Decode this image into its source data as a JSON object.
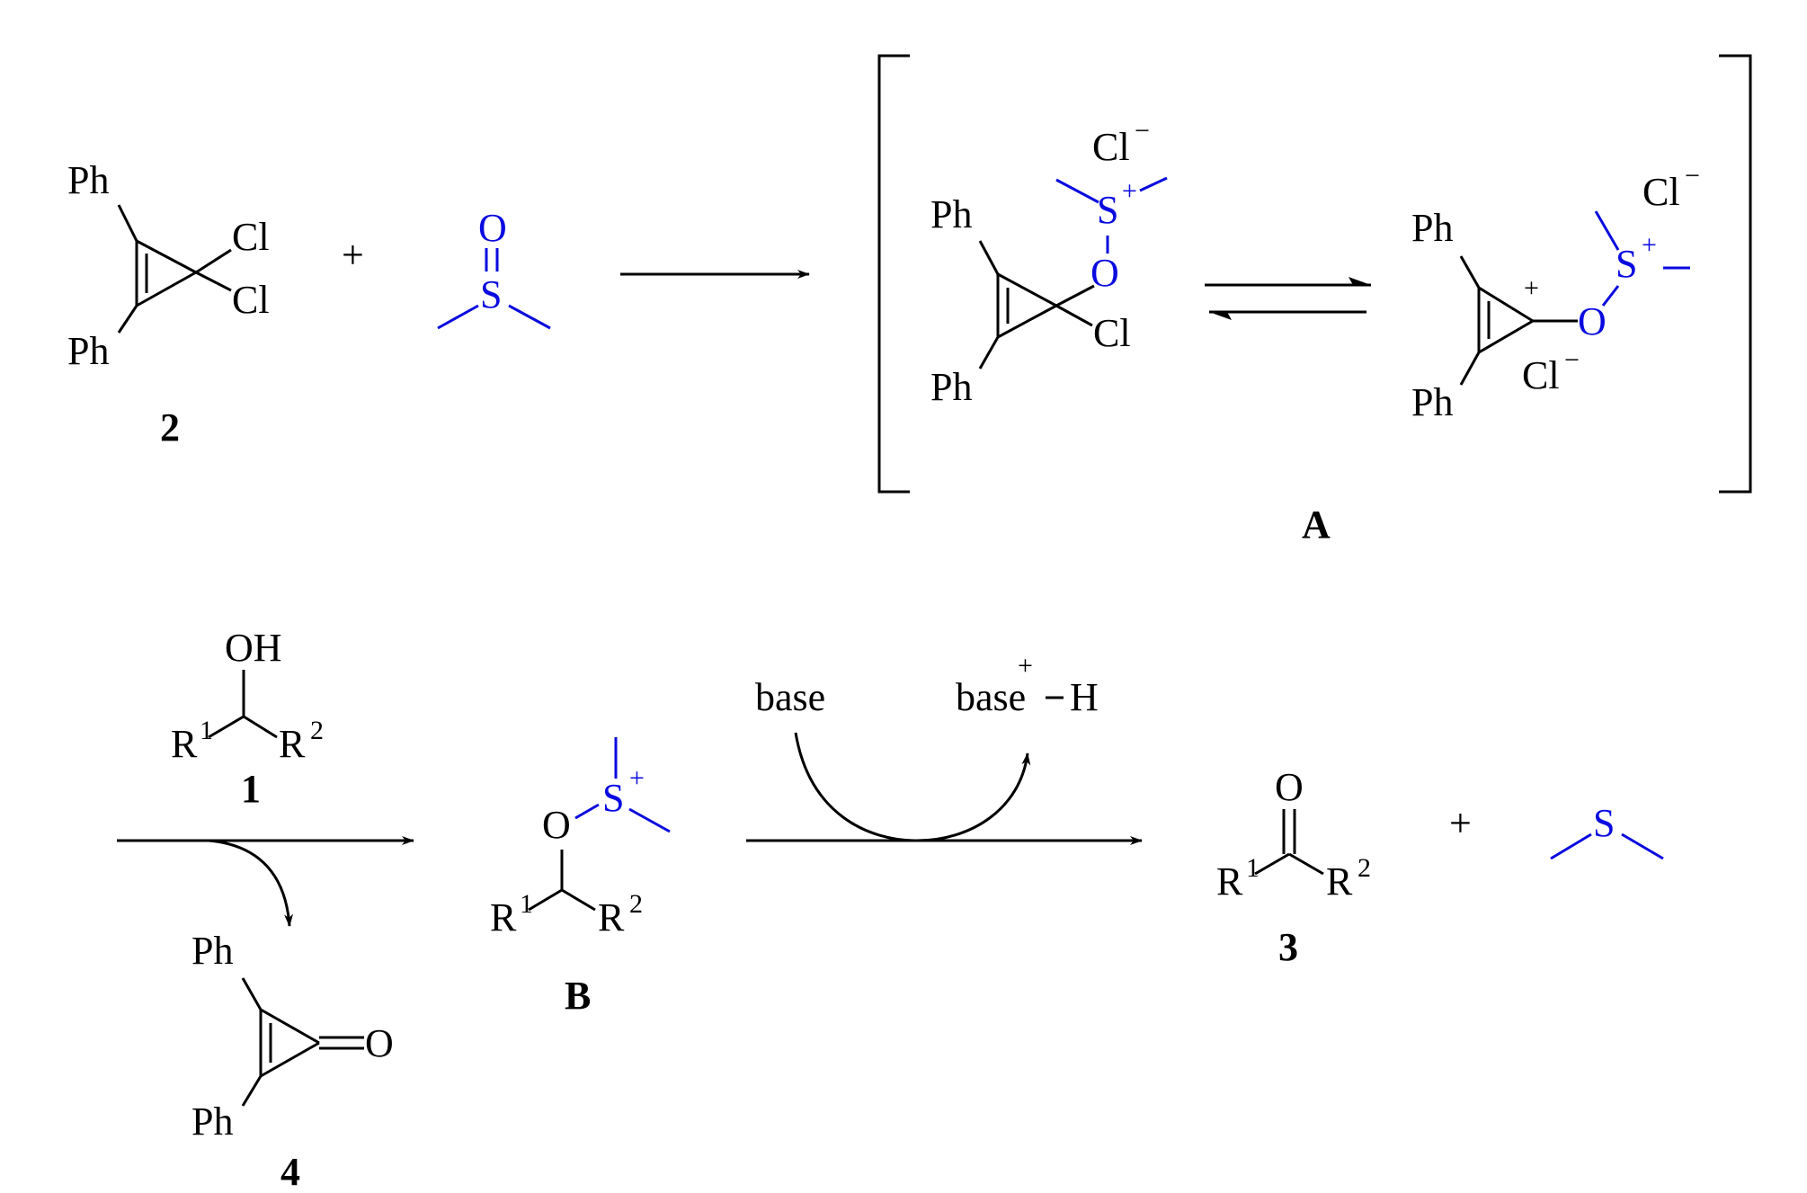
{
  "labels": {
    "compound_2": "2",
    "intermediate_A": "A",
    "alcohol_1": "1",
    "intermediate_B": "B",
    "ketone_3": "3",
    "cyclopropenone_4": "4"
  },
  "atoms": {
    "ph": "Ph",
    "cl": "Cl",
    "o": "O",
    "s": "S",
    "oh": "OH",
    "r": "R"
  },
  "charges": {
    "plus": "+",
    "minus": "−",
    "sup1": "1",
    "sup2": "2"
  },
  "reagents": {
    "base": "base",
    "base_h": "base",
    "h": "H",
    "plus_sign": "+"
  },
  "colors": {
    "dmso": "#0a0ae0",
    "default": "#000000"
  }
}
